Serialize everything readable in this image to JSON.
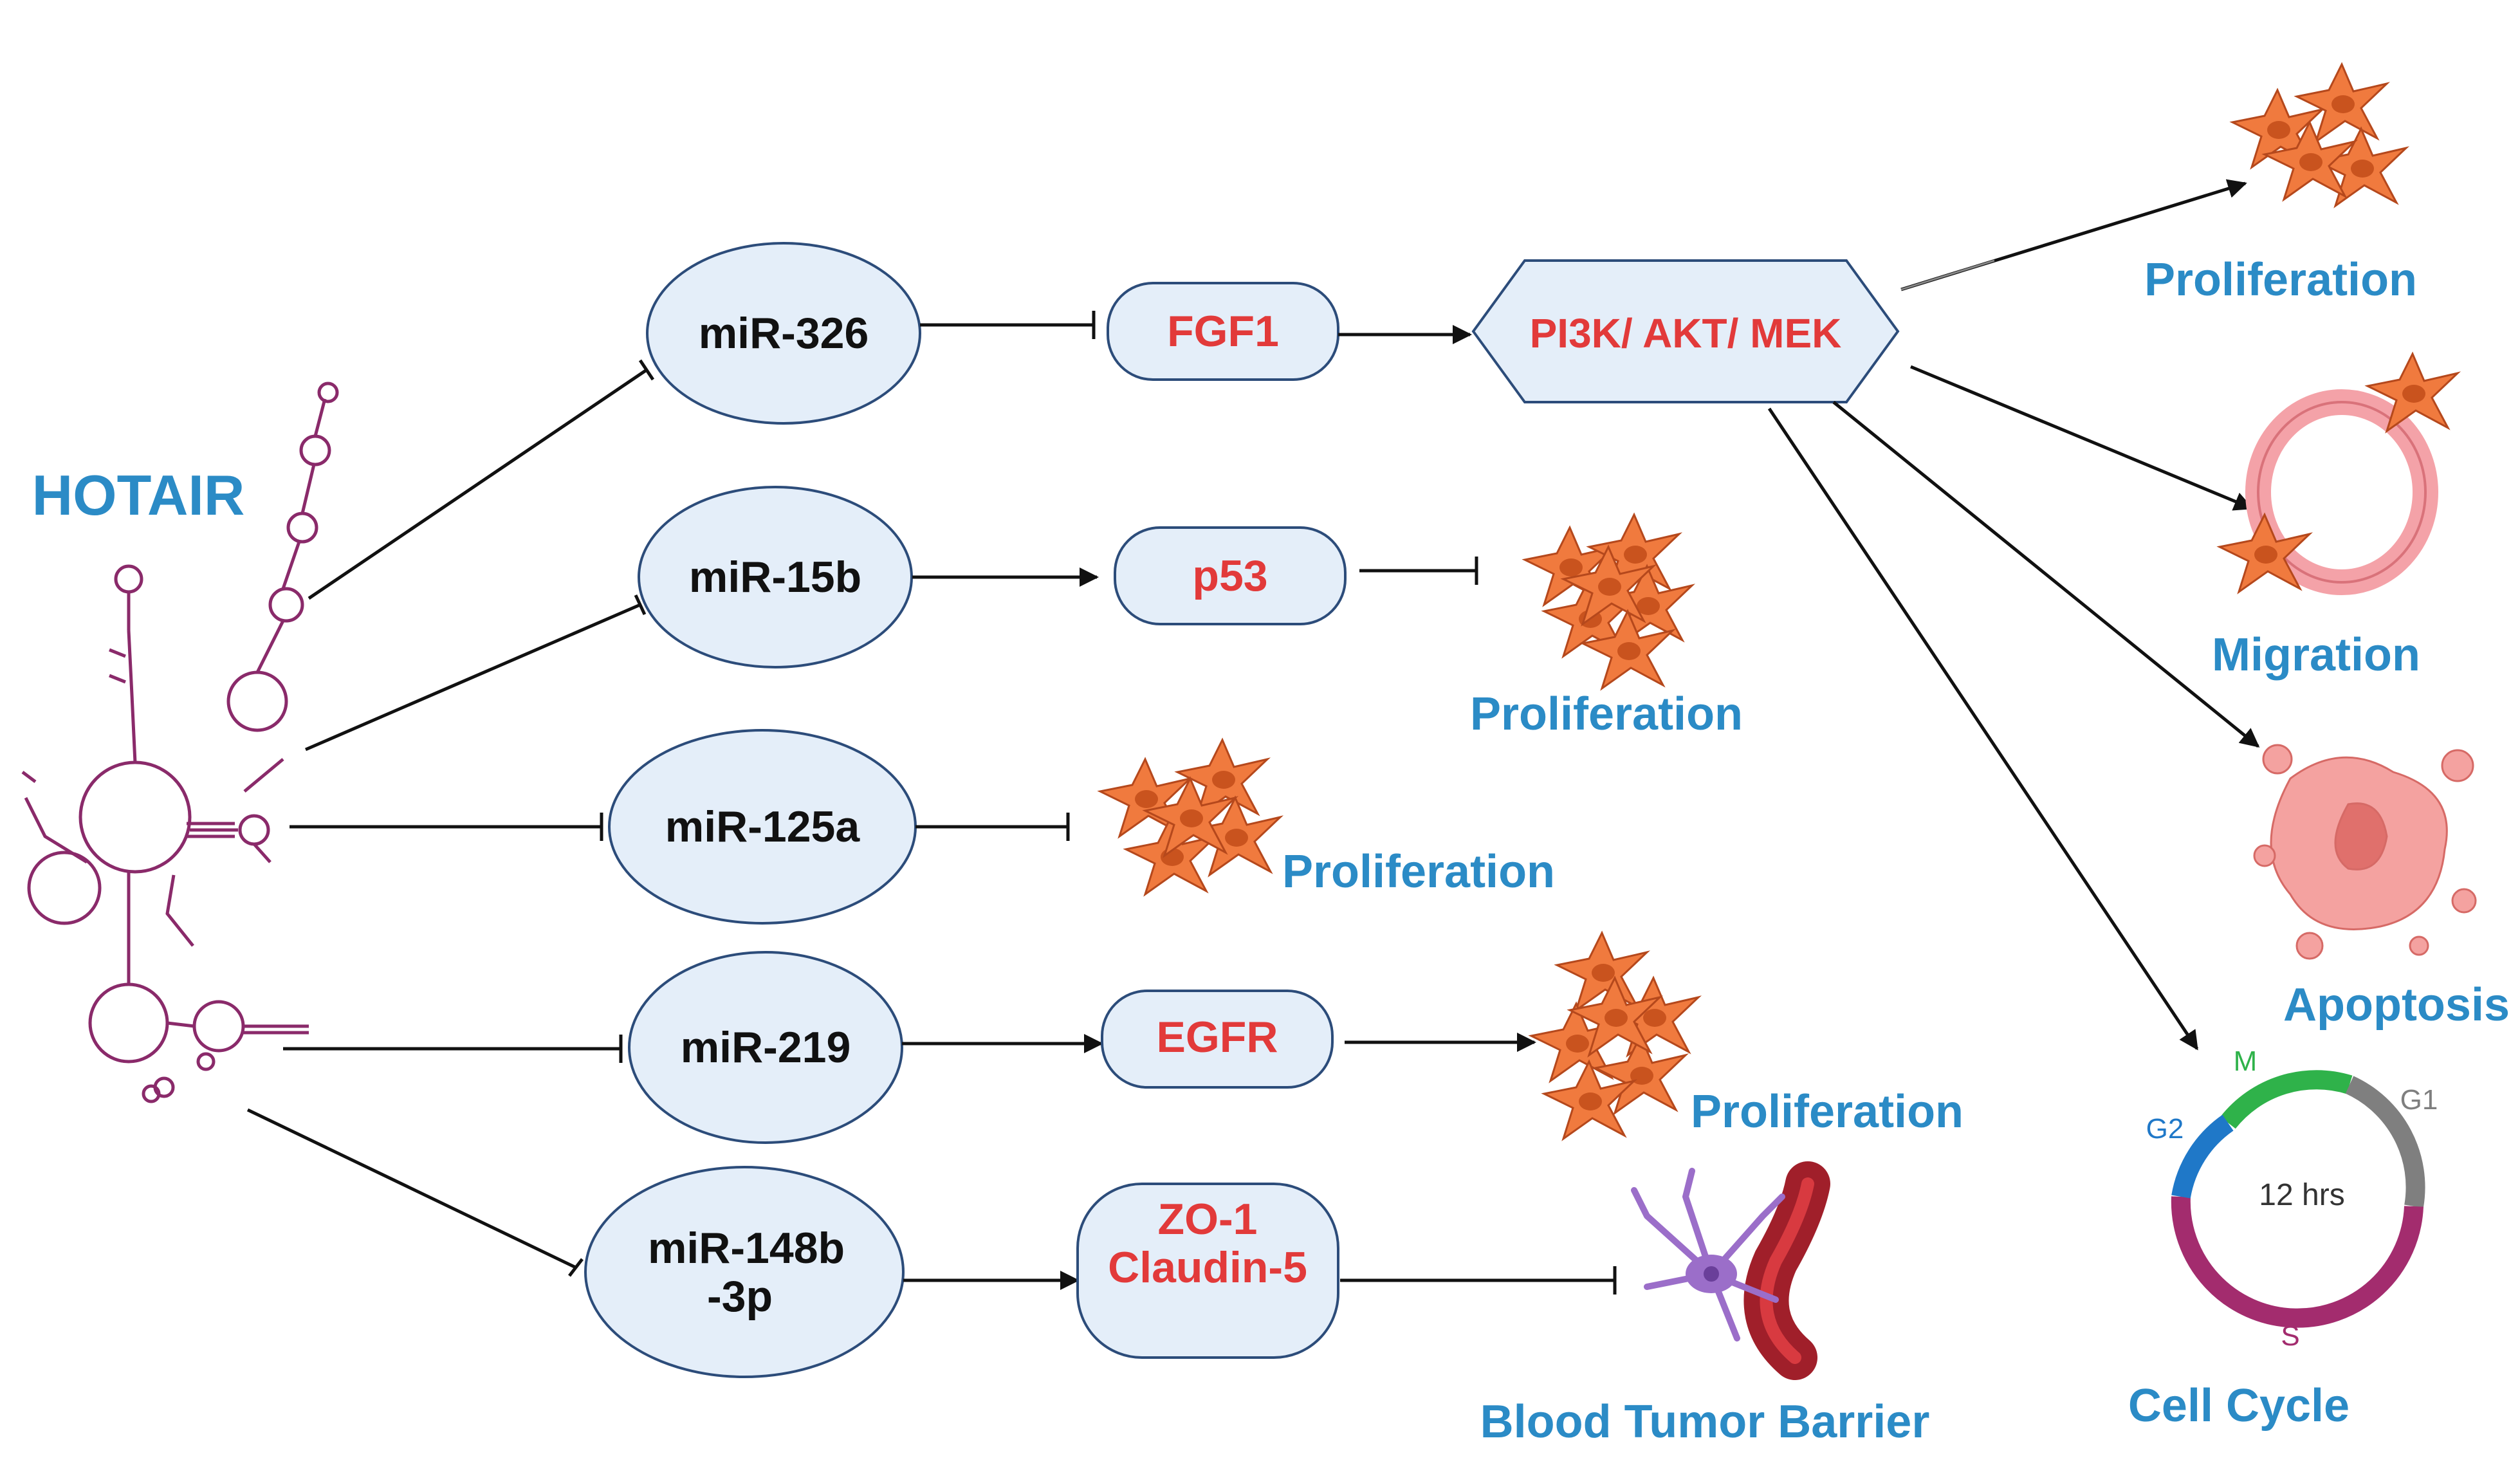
{
  "source_label": "HOTAIR",
  "mirnas": [
    {
      "id": "mir326",
      "label": "miR-326"
    },
    {
      "id": "mir15b",
      "label": "miR-15b"
    },
    {
      "id": "mir125a",
      "label": "miR-125a"
    },
    {
      "id": "mir219",
      "label": "miR-219"
    },
    {
      "id": "mir148b",
      "line1": "miR-148b",
      "line2": "-3p"
    }
  ],
  "targets": [
    {
      "id": "fgf1",
      "label": "FGF1"
    },
    {
      "id": "p53",
      "label": "p53"
    },
    {
      "id": "egfr",
      "label": "EGFR"
    },
    {
      "id": "zo1",
      "line1": "ZO-1",
      "line2": "Claudin-5"
    }
  ],
  "pathway": {
    "label": "PI3K/ AKT/ MEK"
  },
  "outcomes": {
    "pathway_proliferation": "Proliferation",
    "migration": "Migration",
    "apoptosis": "Apoptosis",
    "cell_cycle": "Cell Cycle",
    "p53_proliferation": "Proliferation",
    "mir125a_proliferation": "Proliferation",
    "egfr_proliferation": "Proliferation",
    "barrier": "Blood Tumor Barrier"
  },
  "cell_cycle_wheel": {
    "center_label": "12 hrs",
    "phases": [
      {
        "name": "M",
        "color": "#2fb24a"
      },
      {
        "name": "G1",
        "color": "#7f7f7f"
      },
      {
        "name": "S",
        "color": "#a32c6e"
      },
      {
        "name": "G2",
        "color": "#1f78c8"
      }
    ]
  },
  "colors": {
    "label_blue": "#2b8bc6",
    "label_red": "#e23a3a",
    "node_fill": "#e4eef9",
    "node_stroke": "#2c4c7a",
    "cell_fill": "#f07a3e",
    "rna_stroke": "#8a2a6a"
  }
}
